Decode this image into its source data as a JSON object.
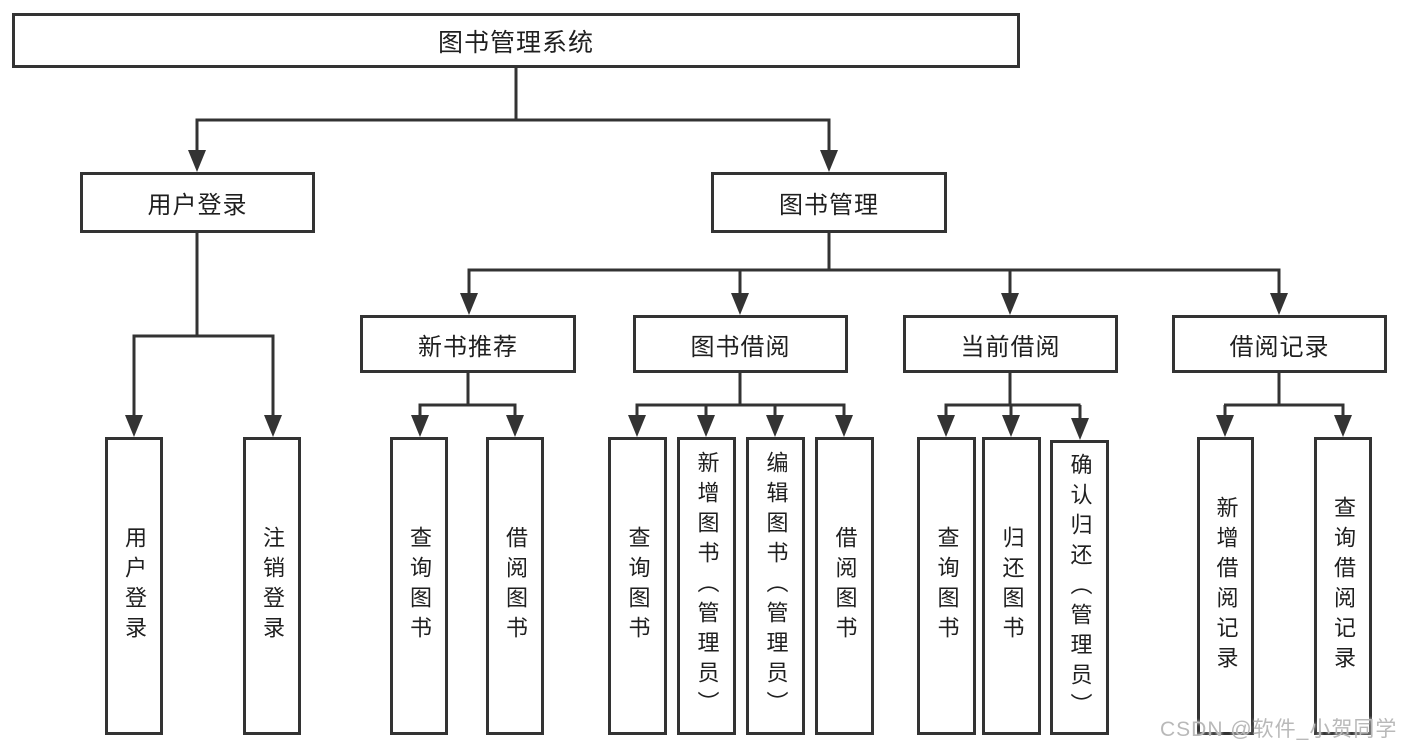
{
  "tree": {
    "root": "图书管理系统",
    "children": [
      {
        "label": "用户登录",
        "children": [
          "用户登录",
          "注销登录"
        ]
      },
      {
        "label": "图书管理",
        "children": [
          {
            "label": "新书推荐",
            "children": [
              "查询图书",
              "借阅图书"
            ]
          },
          {
            "label": "图书借阅",
            "children": [
              "查询图书",
              "新增图书（管理员）",
              "编辑图书（管理员）",
              "借阅图书"
            ]
          },
          {
            "label": "当前借阅",
            "children": [
              "查询图书",
              "归还图书",
              "确认归还（管理员）"
            ]
          },
          {
            "label": "借阅记录",
            "children": [
              "新增借阅记录",
              "查询借阅记录"
            ]
          }
        ]
      }
    ]
  },
  "colors": {
    "line": "#333333",
    "text": "#1f1f1f",
    "background": "#ffffff",
    "watermark": "#b9b9b9"
  },
  "watermark": "CSDN @软件_小贺同学"
}
